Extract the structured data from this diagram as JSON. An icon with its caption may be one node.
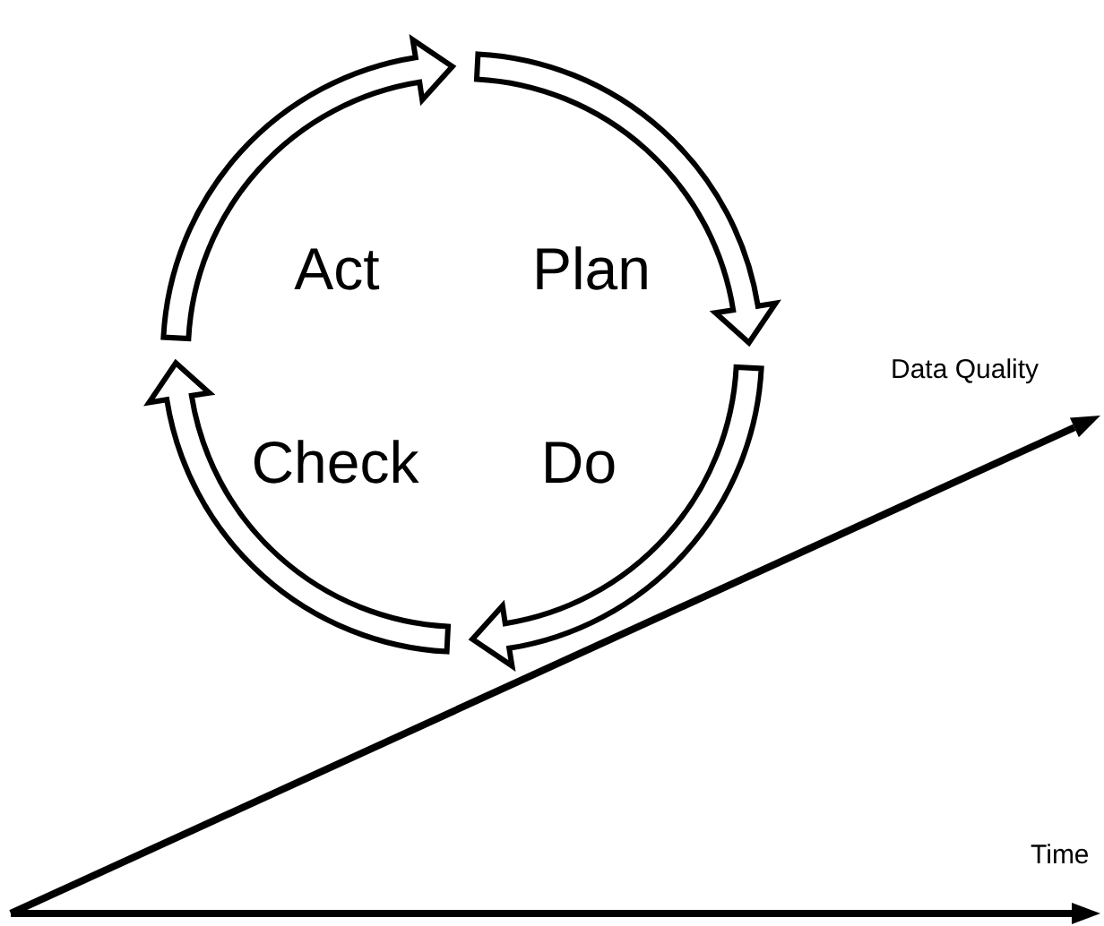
{
  "diagram": {
    "nodes": [
      {
        "text": [
          "Act"
        ]
      },
      {
        "text": [
          "Plan"
        ]
      },
      {
        "text": [
          "Check"
        ]
      },
      {
        "text": [
          "Do"
        ]
      }
    ],
    "edges": [
      {
        "from": 0,
        "to": 1,
        "arrow": "to"
      },
      {
        "from": 1,
        "to": 3,
        "arrow": "to"
      },
      {
        "from": 3,
        "to": 2,
        "arrow": "to"
      },
      {
        "from": 2,
        "to": 0,
        "arrow": "to"
      }
    ],
    "labels": [
      "Data Quality",
      "Time"
    ]
  }
}
